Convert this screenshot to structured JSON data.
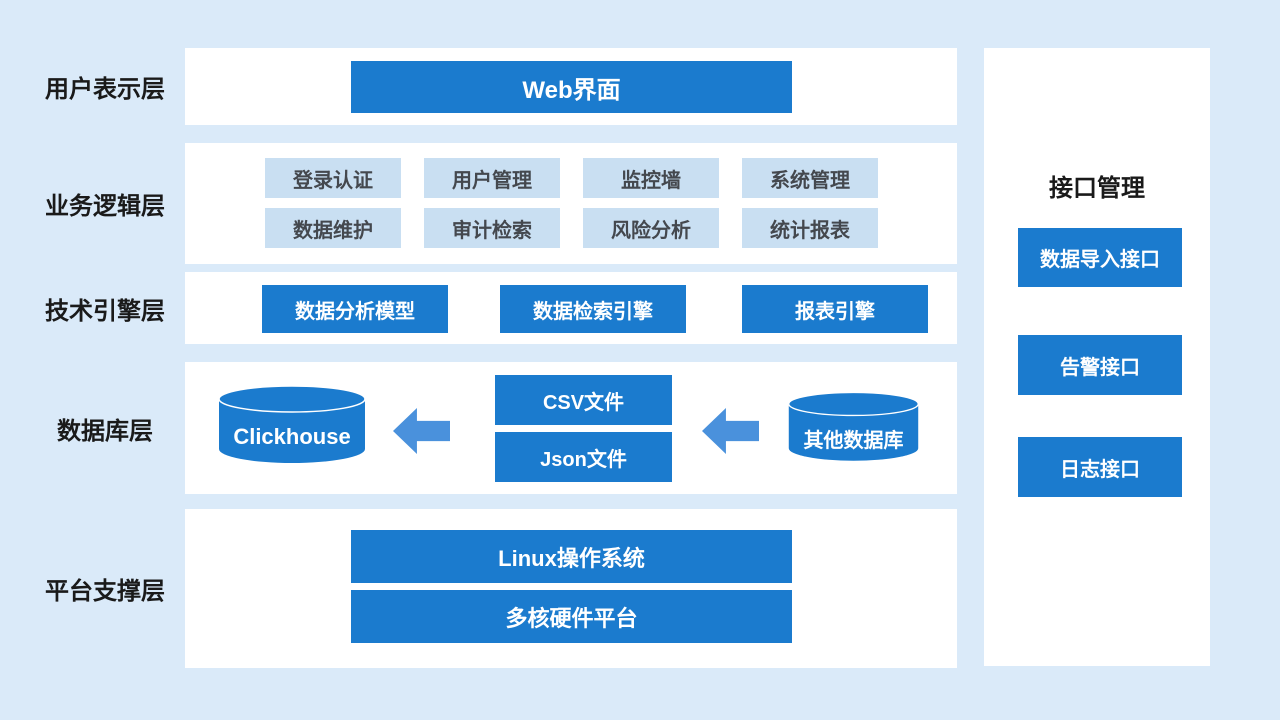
{
  "colors": {
    "background": "#DAEAF9",
    "panel": "#FFFFFF",
    "primary_blue": "#1B7BCE",
    "light_blue_button": "#C9DFF2",
    "arrow_blue": "#4A91DC",
    "light_button_text": "#44484E",
    "label_text": "#1A1A1A"
  },
  "layer_labels": [
    "用户表示层",
    "业务逻辑层",
    "技术引擎层",
    "数据库层",
    "平台支撑层"
  ],
  "presentation_layer": {
    "web_ui": "Web界面"
  },
  "business_layer": {
    "row1": [
      "登录认证",
      "用户管理",
      "监控墙",
      "系统管理"
    ],
    "row2": [
      "数据维护",
      "审计检索",
      "风险分析",
      "统计报表"
    ]
  },
  "engine_layer": [
    "数据分析模型",
    "数据检索引擎",
    "报表引擎"
  ],
  "database_layer": {
    "target_database": "Clickhouse",
    "file_types": [
      "CSV文件",
      "Json文件"
    ],
    "source_database": "其他数据库"
  },
  "platform_layer": [
    "Linux操作系统",
    "多核硬件平台"
  ],
  "interface_panel": {
    "title": "接口管理",
    "buttons": [
      "数据导入接口",
      "告警接口",
      "日志接口"
    ]
  }
}
